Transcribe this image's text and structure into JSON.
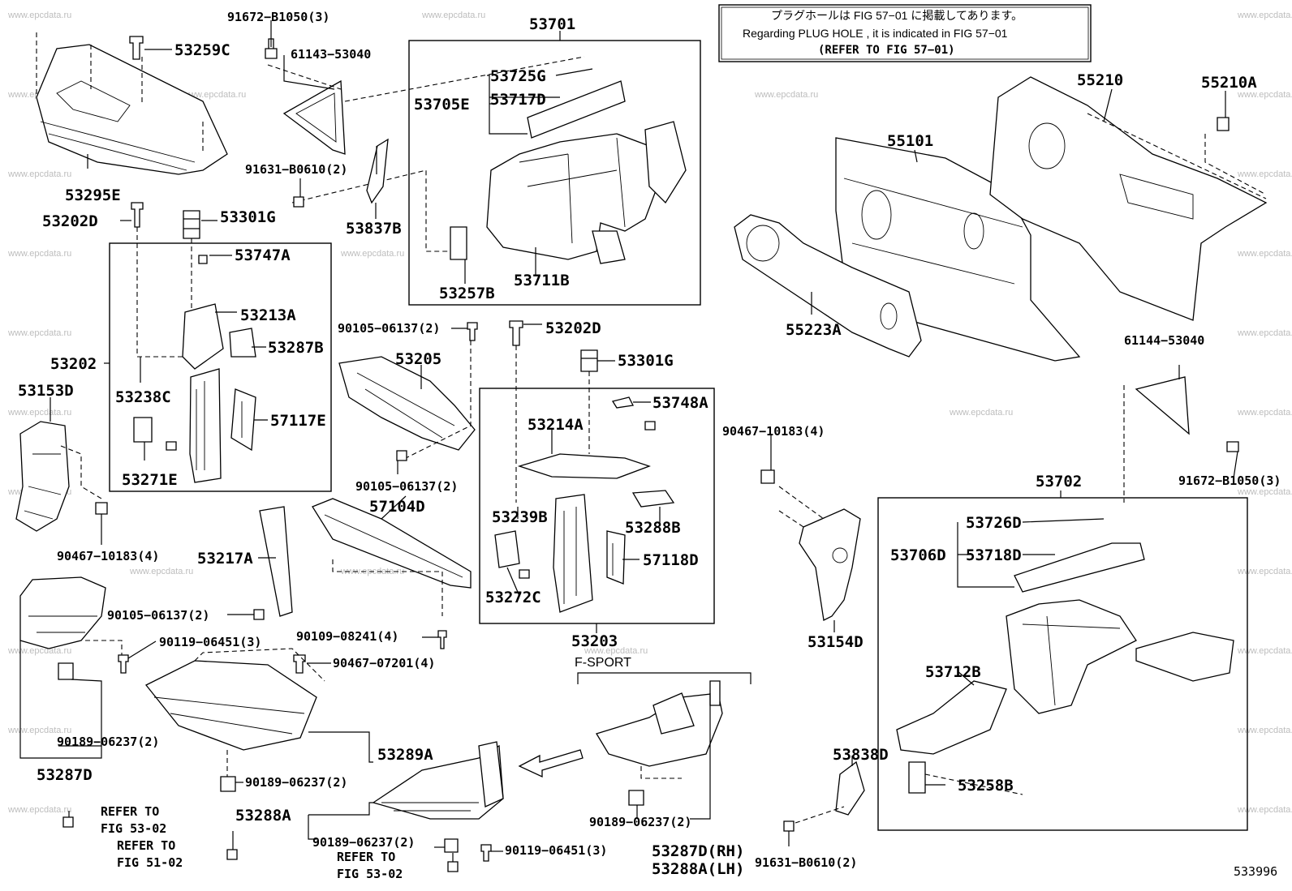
{
  "diagram": {
    "note": {
      "line1": "プラグホールは FIG 57−01 に掲載してあります。",
      "line2": "Regarding  PLUG  HOLE , it is indicated in FIG  57−01",
      "line3": "(REFER  TO  FIG  57−01)"
    },
    "figure_number": "533996",
    "watermark": "www.epcdata.ru",
    "variant_label": "F-SPORT",
    "refs": {
      "r1a": "REFER  TO",
      "r1b": "FIG  53-02",
      "r2a": "REFER  TO",
      "r2b": "FIG  51-02",
      "r3a": "REFER  TO",
      "r3b": "FIG  53-02"
    },
    "parts": {
      "p91672a": "91672−B1050(3)",
      "p53259c": "53259C",
      "p61143": "61143−53040",
      "p53701": "53701",
      "p53725g": "53725G",
      "p53705e": "53705E",
      "p53717d": "53717D",
      "p55210": "55210",
      "p55210a": "55210A",
      "p55101": "55101",
      "p53295e": "53295E",
      "p91631a": "91631−B0610(2)",
      "p53202d_a": "53202D",
      "p53301g_a": "53301G",
      "p53837b": "53837B",
      "p53257b": "53257B",
      "p53711b": "53711B",
      "p53747a": "53747A",
      "p53213a": "53213A",
      "p53287b": "53287B",
      "p53202": "53202",
      "p53238c": "53238C",
      "p53153d": "53153D",
      "p57117e": "57117E",
      "p53271e": "53271E",
      "p90105a": "90105−06137(2)",
      "p53205": "53205",
      "p53202d_b": "53202D",
      "p53301g_b": "53301G",
      "p53748a": "53748A",
      "p53214a": "53214A",
      "p55223a": "55223A",
      "p61144": "61144−53040",
      "p90467a": "90467−10183(4)",
      "p91672b": "91672−B1050(3)",
      "p90105b": "90105−06137(2)",
      "p53239b": "53239B",
      "p53288b": "53288B",
      "p57104d": "57104D",
      "p90467b": "90467−10183(4)",
      "p53702": "53702",
      "p53726d": "53726D",
      "p53706d": "53706D",
      "p53718d": "53718D",
      "p53217a": "53217A",
      "p57118d": "57118D",
      "p53272c": "53272C",
      "p90105c": "90105−06137(2)",
      "p90109": "90109−08241(4)",
      "p53203": "53203",
      "p53154d": "53154D",
      "p90119a": "90119−06451(3)",
      "p90467c": "90467−07201(4)",
      "p53712b": "53712B",
      "p90189a": "90189−06237(2)",
      "p53287d_a": "53287D",
      "p53289a": "53289A",
      "p90189b": "90189−06237(2)",
      "p53838d": "53838D",
      "p53258b": "53258B",
      "p90189c": "90189−06237(2)",
      "p53288a_a": "53288A",
      "p90189d": "90189−06237(2)",
      "p90119b": "90119−06451(3)",
      "p53287d_rh": "53287D(RH)",
      "p53288a_lh": "53288A(LH)",
      "p91631b": "91631−B0610(2)"
    }
  }
}
